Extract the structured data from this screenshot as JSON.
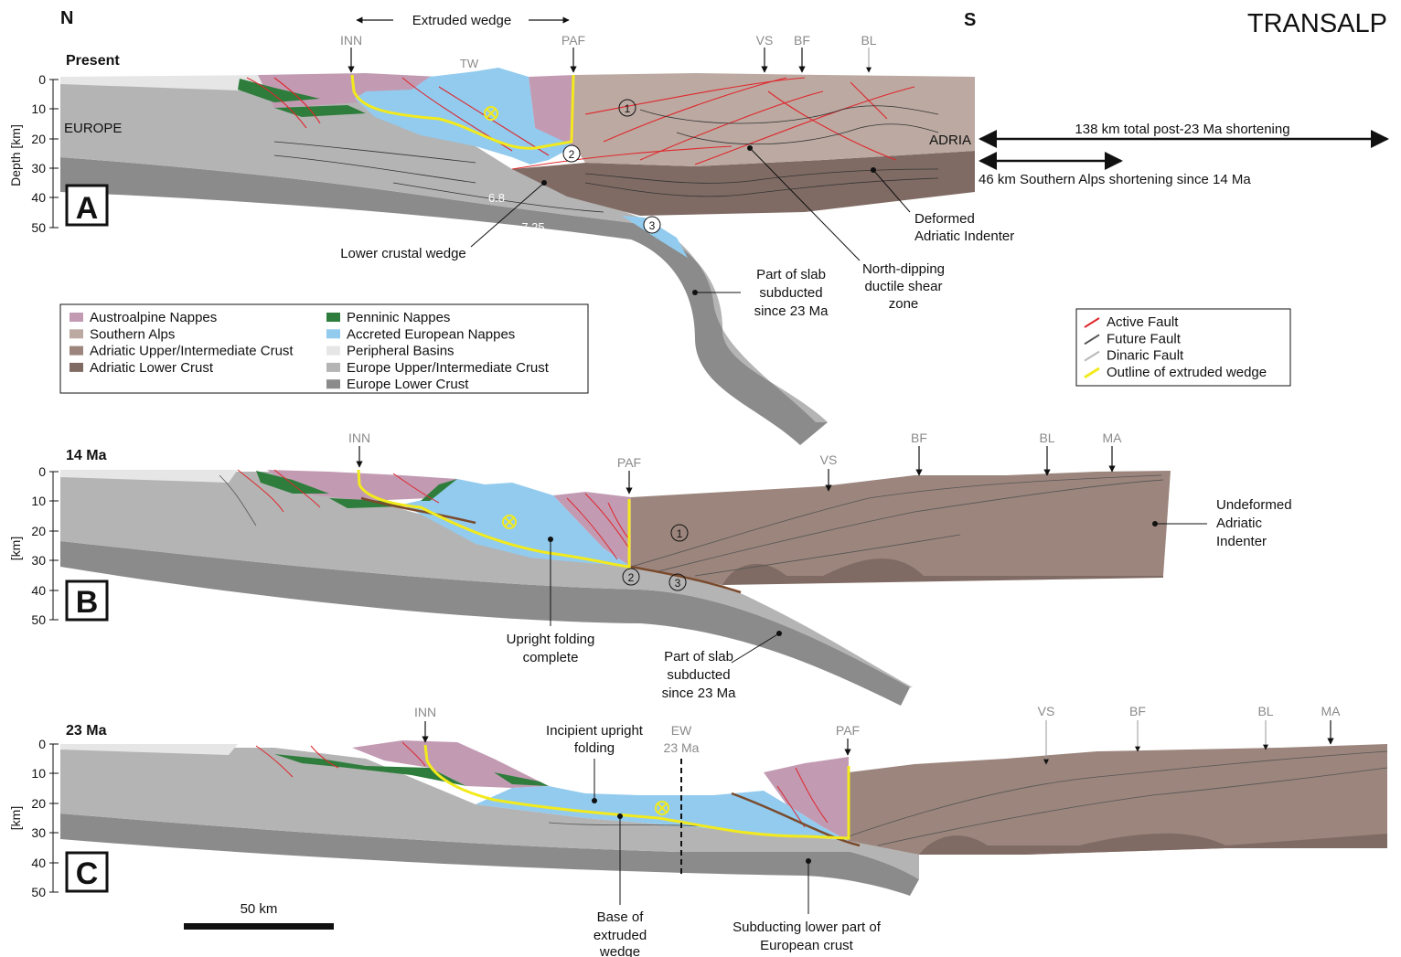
{
  "header": {
    "north": "N",
    "south": "S",
    "title": "TRANSALP",
    "extruded_wedge_label": "Extruded wedge"
  },
  "panels": {
    "A": {
      "letter": "A",
      "time": "Present",
      "depth_axis_label": "Depth [km]",
      "depth_ticks": [
        "0",
        "10",
        "20",
        "30",
        "40",
        "50"
      ],
      "europe_label": "EUROPE",
      "adria_label": "ADRIA",
      "tw_label": "TW",
      "velocity_labels": [
        "6.8",
        "7.25"
      ],
      "faults": [
        "INN",
        "PAF",
        "VS",
        "BF",
        "BL"
      ],
      "circled": [
        "1",
        "2",
        "3"
      ],
      "shortening_total": "138 km total post-23 Ma shortening",
      "shortening_southern": "46 km Southern Alps shortening since 14 Ma",
      "callouts": {
        "lower_crustal_wedge": "Lower crustal wedge",
        "slab": [
          "Part of slab",
          "subducted",
          "since 23 Ma"
        ],
        "shear_zone": [
          "North-dipping",
          "ductile shear",
          "zone"
        ],
        "indenter": [
          "Deformed",
          "Adriatic Indenter"
        ]
      }
    },
    "B": {
      "letter": "B",
      "time": "14 Ma",
      "depth_axis_label": "[km]",
      "depth_ticks": [
        "0",
        "10",
        "20",
        "30",
        "40",
        "50"
      ],
      "faults": [
        "INN",
        "PAF",
        "VS",
        "BF",
        "BL",
        "MA"
      ],
      "circled": [
        "1",
        "2",
        "3"
      ],
      "callouts": {
        "upright_folding": [
          "Upright folding",
          "complete"
        ],
        "slab": [
          "Part of slab",
          "subducted",
          "since 23 Ma"
        ],
        "indenter": [
          "Undeformed",
          "Adriatic",
          "Indenter"
        ]
      }
    },
    "C": {
      "letter": "C",
      "time": "23 Ma",
      "depth_axis_label": "[km]",
      "depth_ticks": [
        "0",
        "10",
        "20",
        "30",
        "40",
        "50"
      ],
      "faults": [
        "INN",
        "PAF",
        "VS",
        "BF",
        "BL",
        "MA"
      ],
      "ew_label": [
        "EW",
        "23 Ma"
      ],
      "callouts": {
        "incipient": [
          "Incipient upright",
          "folding"
        ],
        "base": [
          "Base of",
          "extruded",
          "wedge"
        ],
        "subducting": [
          "Subducting lower part of",
          "European crust"
        ]
      },
      "scale_bar": "50 km"
    }
  },
  "legend_units": [
    {
      "label": "Austroalpine Nappes",
      "color": "#c29bb3"
    },
    {
      "label": "Southern Alps",
      "color": "#bcaaa2"
    },
    {
      "label": "Adriatic Upper/Intermediate Crust",
      "color": "#9b857c"
    },
    {
      "label": "Adriatic Lower Crust",
      "color": "#806b64"
    },
    {
      "label": "Penninic Nappes",
      "color": "#2e7d3c"
    },
    {
      "label": "Accreted European Nappes",
      "color": "#92cbee"
    },
    {
      "label": "Peripheral Basins",
      "color": "#e6e6e6"
    },
    {
      "label": "Europe Upper/Intermediate Crust",
      "color": "#b4b4b4"
    },
    {
      "label": "Europe Lower Crust",
      "color": "#8b8b8b"
    }
  ],
  "legend_faults": [
    {
      "label": "Active Fault",
      "color": "#e0262b"
    },
    {
      "label": "Future Fault",
      "color": "#555555"
    },
    {
      "label": "Dinaric Fault",
      "color": "#b9b9b9"
    },
    {
      "label": "Outline of extruded wedge",
      "color": "#f2ea1d"
    }
  ]
}
